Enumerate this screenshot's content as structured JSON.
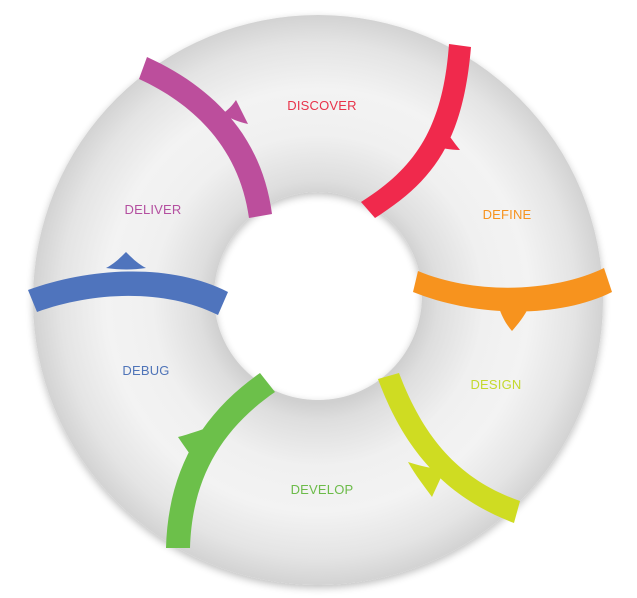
{
  "stages": [
    {
      "key": "discover",
      "label": "DISCOVER",
      "color": "#e8334a"
    },
    {
      "key": "define",
      "label": "DEFINE",
      "color": "#f7931e"
    },
    {
      "key": "design",
      "label": "DESIGN",
      "color": "#c4d92e"
    },
    {
      "key": "develop",
      "label": "DEVELOP",
      "color": "#6cbb49"
    },
    {
      "key": "debug",
      "label": "DEBUG",
      "color": "#4f74b8"
    },
    {
      "key": "deliver",
      "label": "DELIVER",
      "color": "#b44fa0"
    }
  ],
  "arrows": [
    {
      "key": "discover",
      "color": "#f0294c"
    },
    {
      "key": "define",
      "color": "#f7931e"
    },
    {
      "key": "design",
      "color": "#cfdc22"
    },
    {
      "key": "develop",
      "color": "#6cc04a"
    },
    {
      "key": "debug",
      "color": "#4f74bd"
    },
    {
      "key": "deliver",
      "color": "#bc4e9c"
    }
  ]
}
